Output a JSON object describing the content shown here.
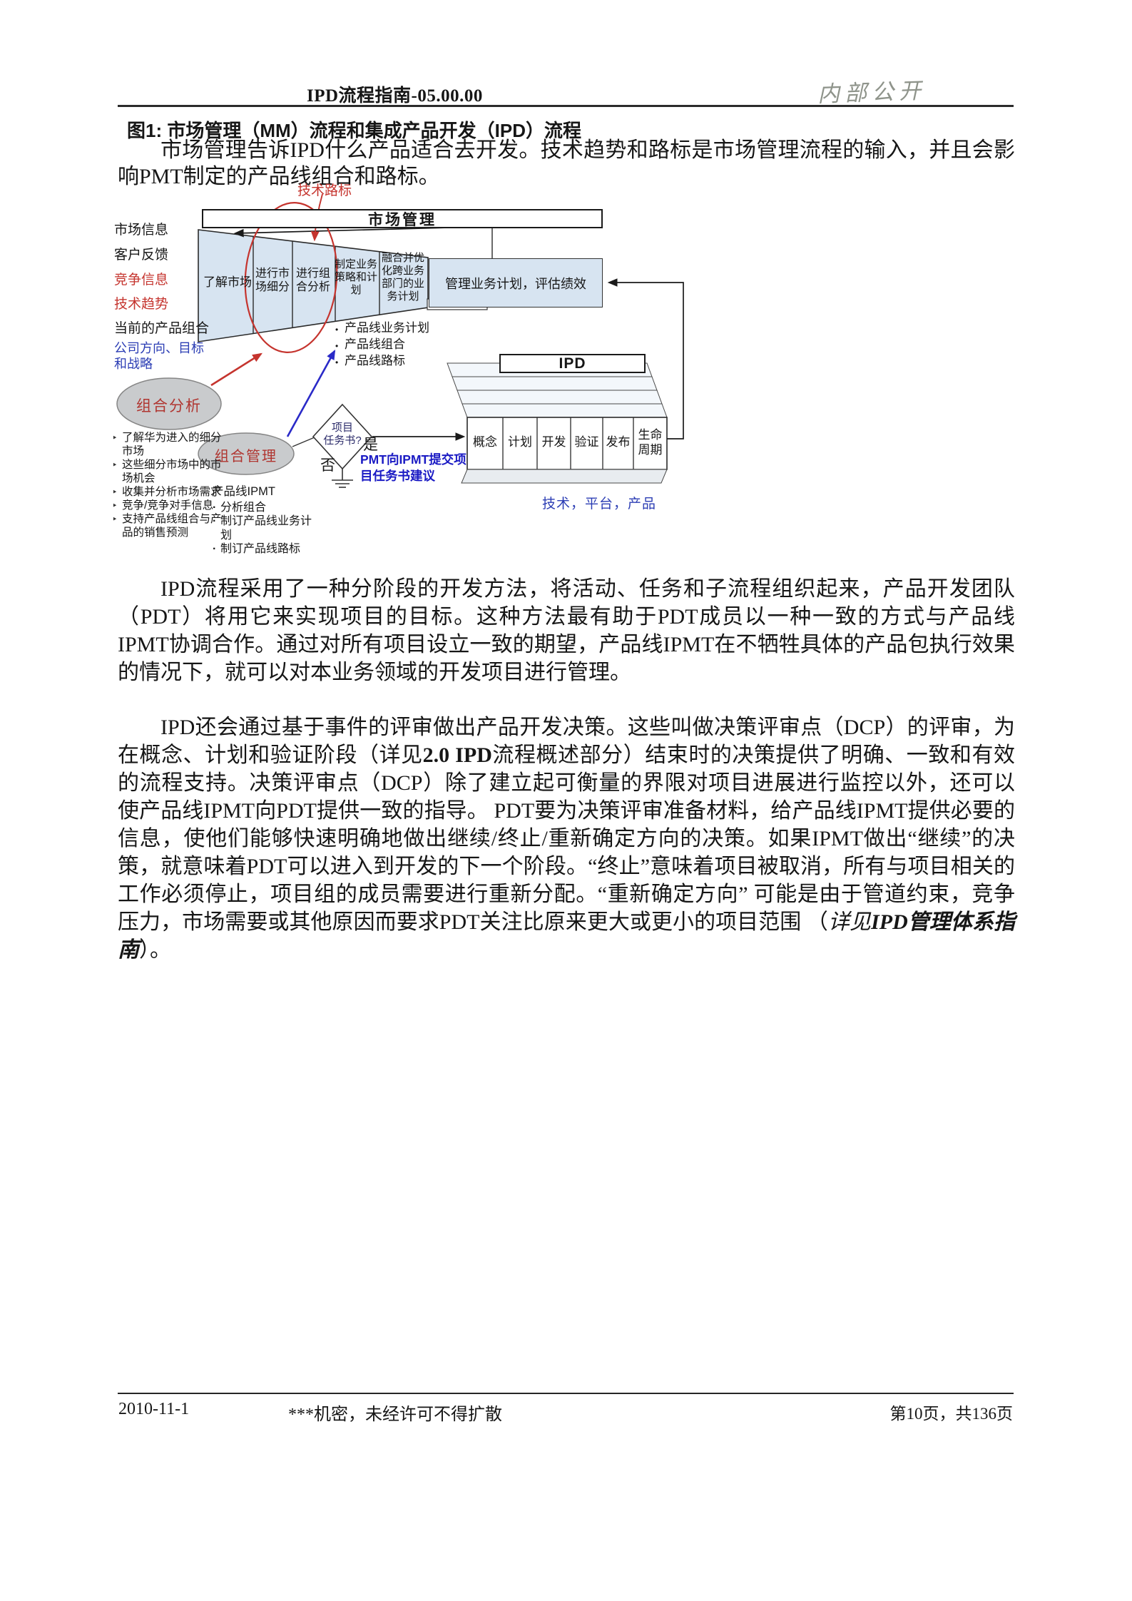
{
  "page": {
    "header": {
      "title": "IPD流程指南-05.00.00",
      "stamp": "内部公开"
    },
    "figure_title": "图1: 市场管理（MM）流程和集成产品开发（IPD）流程",
    "intro": "市场管理告诉IPD什么产品适合去开发。技术趋势和路标是市场管理流程的输入，并且会影响PMT制定的产品线组合和路标。",
    "footer": {
      "date": "2010-11-1",
      "notice": "***机密，未经许可不得扩散",
      "page_info": "第10页，共136页"
    }
  },
  "colors": {
    "accent_red": "#c5342e",
    "accent_blue": "#2b3db4",
    "charter_blue": "#1a1ac4",
    "funnel_fill": "#d7e4f1",
    "ellipse_fill": "#c9cbcd"
  },
  "diagram": {
    "tech_roadmap_label": "技术路标",
    "mm_bar": "市场管理",
    "ipd_bar": "IPD",
    "left_inputs": [
      {
        "label": "市场信息"
      },
      {
        "label": "客户反馈"
      },
      {
        "label": "竞争信息"
      },
      {
        "label": "技术趋势"
      },
      {
        "label": "当前的产品组合"
      },
      {
        "label": "公司方向、目标和战略"
      }
    ],
    "funnel_stages": [
      "了解市场",
      "进行市场细分",
      "进行组合分析",
      "制定业务策略和计划",
      "融合并优化跨业务部门的业务计划"
    ],
    "manage_box": "管理业务计划，评估绩效",
    "outputs": [
      "产品线业务计划",
      "产品线组合",
      "产品线路标"
    ],
    "portfolio_analysis": "组合分析",
    "portfolio_mgmt": "组合管理",
    "decision_diamond": {
      "line1": "项目",
      "line2": "任务书?",
      "yes": "是",
      "no": "否"
    },
    "charter_text": "PMT向IPMT提交项目任务书建议",
    "ipd_phases": [
      "概念",
      "计划",
      "开发",
      "验证",
      "发布",
      "生命周期"
    ],
    "tech_platform": "技术，平台，产品",
    "mm_activities": [
      "了解华为进入的细分市场",
      "这些细分市场中的市场机会",
      "收集并分析市场需求",
      "竞争/竞争对手信息",
      "支持产品线组合与产品的销售预测"
    ],
    "ipmt_block": {
      "title": "产品线IPMT",
      "items": [
        "分析组合",
        "制订产品线业务计划",
        "制订产品线路标"
      ]
    }
  },
  "body": {
    "para1": [
      {
        "t": "IPD流程采用了一种分阶段的开发方法，将活动、任务和子流程组织起来，产品开发团队（PDT）将用它来实现项目的目标。这种方法最有助于PDT成员以一种一致的方式与产品线IPMT协调合作。通过对所有项目设立一致的期望，产品线IPMT在不牺牲具体的产品包执行效果的情况下，就可以对本业务领域的开发项目进行管理。"
      }
    ],
    "para2": [
      {
        "t": "IPD还会通过基于事件的评审做出产品开发决策。这些叫做决策评审点（DCP）的评审，为在概念、计划和验证阶段（详见"
      },
      {
        "t": "2.0 IPD",
        "b": true
      },
      {
        "t": "流程概述部分）结束时的决策提供了明确、一致和有效的流程支持。决策评审点（DCP）除了建立起可衡量的界限对项目进展进行监控以外，还可以使产品线IPMT向PDT提供一致的指导。 PDT要为决策评审准备材料，给产品线IPMT提供必要的信息，使他们能够快速明确地做出继续/终止/重新确定方向的决策。如果IPMT做出“继续”的决策，就意味着PDT可以进入到开发的下一个阶段。“终止”意味着项目被取消，所有与项目相关的工作必须停止，项目组的成员需要进行重新分配。“重新确定方向” 可能是由于管道约束，竞争压力，市场需要或其他原因而要求PDT关注比原来更大或更小的项目范围 （"
      },
      {
        "t": "详见",
        "i": true
      },
      {
        "t": "IPD管理体系指南",
        "b": true,
        "i": true
      },
      {
        "t": "）。"
      }
    ]
  }
}
